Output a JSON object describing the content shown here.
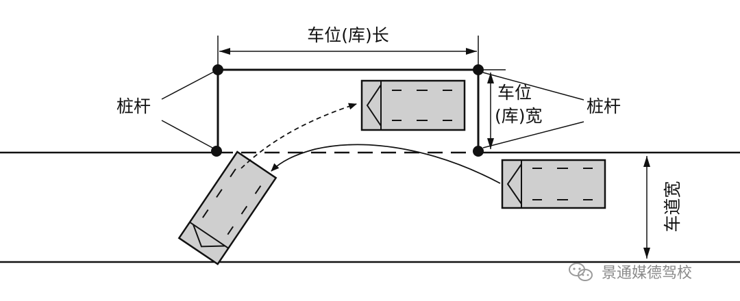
{
  "labels": {
    "spot_length": "车位(库)长",
    "spot_width_line1": "车位",
    "spot_width_line2": "(库)宽",
    "pole_left": "桩杆",
    "pole_right": "桩杆",
    "lane_width": "车道宽"
  },
  "watermark": {
    "text": "景通媒德驾校",
    "icon": "wechat-icon"
  },
  "colors": {
    "vehicle_fill": "#cfcfcf",
    "line": "#111111",
    "watermark": "#8a8a8a"
  }
}
